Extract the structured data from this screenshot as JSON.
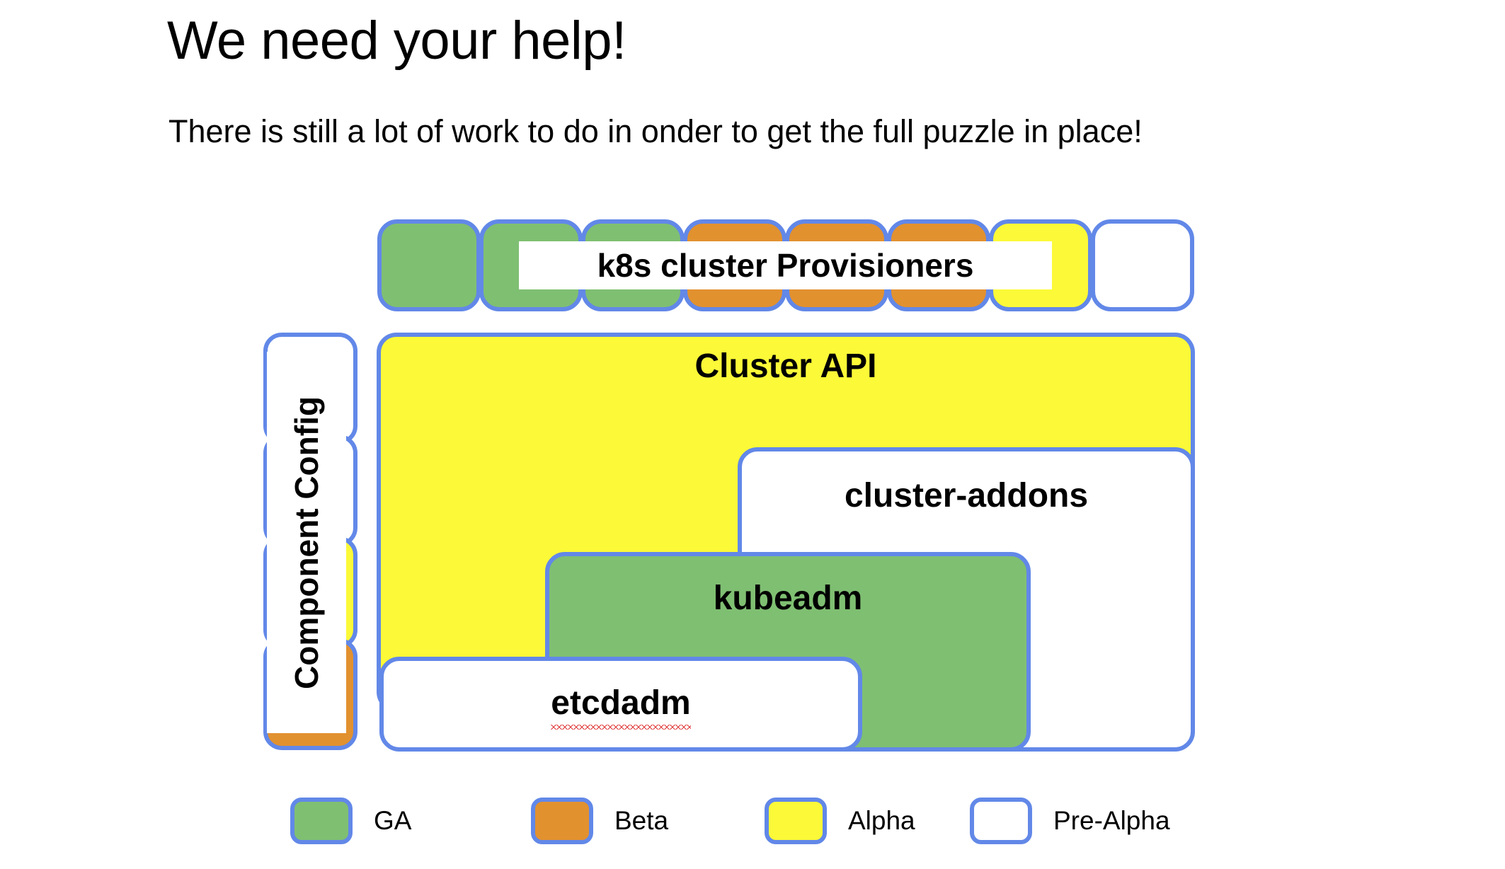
{
  "slide": {
    "title": "We need your help!",
    "subtitle": "There is still a lot of work to do in onder to get the full puzzle in place!"
  },
  "diagram": {
    "provisioner_row": {
      "label": "k8s cluster Provisioners",
      "cells": [
        {
          "status": "GA",
          "color": "#7fbf72"
        },
        {
          "status": "GA",
          "color": "#7fbf72"
        },
        {
          "status": "GA",
          "color": "#7fbf72"
        },
        {
          "status": "Beta",
          "color": "#e2912f"
        },
        {
          "status": "Beta",
          "color": "#e2912f"
        },
        {
          "status": "Beta",
          "color": "#e2912f"
        },
        {
          "status": "Alpha",
          "color": "#fbf938"
        },
        {
          "status": "Pre-Alpha",
          "color": "#ffffff"
        }
      ]
    },
    "component_config": {
      "label": "Component Config",
      "cells": [
        {
          "status": "Pre-Alpha",
          "color": "#ffffff"
        },
        {
          "status": "Pre-Alpha",
          "color": "#ffffff"
        },
        {
          "status": "Alpha",
          "color": "#fbf938"
        },
        {
          "status": "Beta",
          "color": "#e2912f"
        }
      ]
    },
    "blocks": [
      {
        "label": "Cluster API",
        "status": "Alpha",
        "color": "#fbf938"
      },
      {
        "label": "cluster-addons",
        "status": "Pre-Alpha",
        "color": "#ffffff"
      },
      {
        "label": "kubeadm",
        "status": "GA",
        "color": "#7fbf72"
      },
      {
        "label": "etcdadm",
        "status": "Pre-Alpha",
        "color": "#ffffff",
        "misspelled": true
      }
    ]
  },
  "legend": {
    "items": [
      {
        "label": "GA",
        "color": "#7fbf72"
      },
      {
        "label": "Beta",
        "color": "#e2912f"
      },
      {
        "label": "Alpha",
        "color": "#fbf938"
      },
      {
        "label": "Pre-Alpha",
        "color": "#ffffff"
      }
    ]
  },
  "colors": {
    "border": "#6288e8",
    "ga": "#7fbf72",
    "beta": "#e2912f",
    "alpha": "#fbf938",
    "prealpha": "#ffffff",
    "background": "#ffffff"
  }
}
